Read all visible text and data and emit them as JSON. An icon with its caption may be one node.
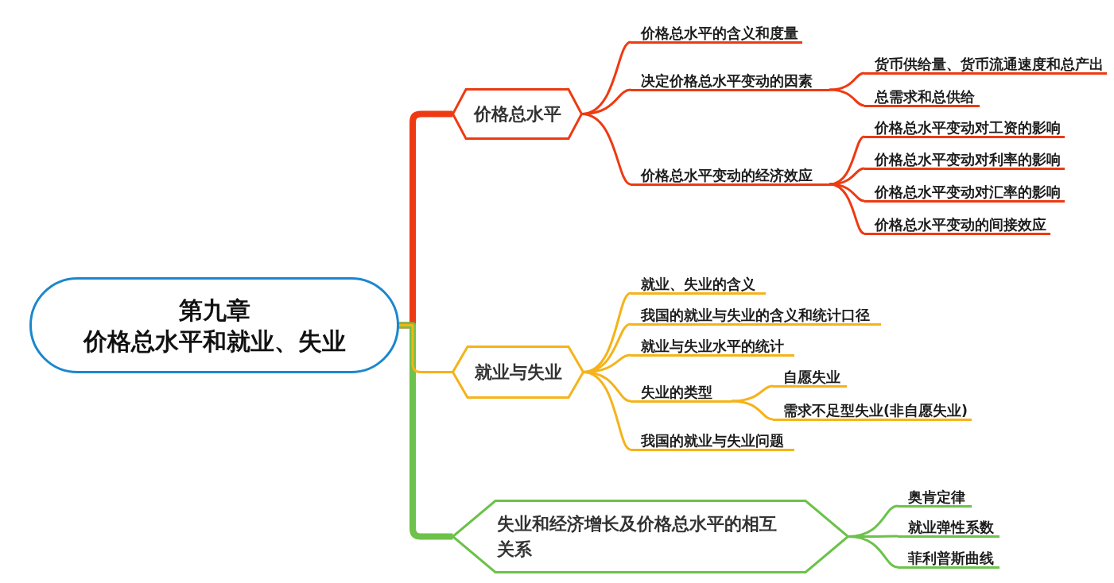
{
  "diagram": {
    "nodes": [
      {
        "text": [
          "第九章",
          "价格总水平和就业、失业"
        ]
      },
      {
        "text": [
          "价格总水平"
        ]
      },
      {
        "text": [
          "价格总水平的含义和度量"
        ]
      },
      {
        "text": [
          "决定价格总水平变动的因素"
        ]
      },
      {
        "text": [
          "货币供给量、货币流通速度和总产出"
        ]
      },
      {
        "text": [
          "总需求和总供给"
        ]
      },
      {
        "text": [
          "价格总水平变动的经济效应"
        ]
      },
      {
        "text": [
          "价格总水平变动对工资的影响"
        ]
      },
      {
        "text": [
          "价格总水平变动对利率的影响"
        ]
      },
      {
        "text": [
          "价格总水平变动对汇率的影响"
        ]
      },
      {
        "text": [
          "价格总水平变动的间接效应"
        ]
      },
      {
        "text": [
          "就业与失业"
        ]
      },
      {
        "text": [
          "就业、失业的含义"
        ]
      },
      {
        "text": [
          "我国的就业与失业的含义和统计口径"
        ]
      },
      {
        "text": [
          "就业与失业水平的统计"
        ]
      },
      {
        "text": [
          "失业的类型"
        ]
      },
      {
        "text": [
          "自愿失业"
        ]
      },
      {
        "text": [
          "需求不足型失业(非自愿失业)"
        ]
      },
      {
        "text": [
          "我国的就业与失业问题"
        ]
      },
      {
        "text": [
          "失业和经济增长及价格总水平的相互关系"
        ]
      },
      {
        "text": [
          "奥肯定律"
        ]
      },
      {
        "text": [
          "就业弹性系数"
        ]
      },
      {
        "text": [
          "菲利普斯曲线"
        ]
      }
    ],
    "edges": [
      {
        "from": 0,
        "to": 1,
        "arrow": "none",
        "style": "thick",
        "color": "#ee3a12"
      },
      {
        "from": 0,
        "to": 11,
        "arrow": "none",
        "color": "#f5b31a"
      },
      {
        "from": 0,
        "to": 19,
        "arrow": "none",
        "style": "thick",
        "color": "#6cc24a"
      },
      {
        "from": 1,
        "to": 2,
        "arrow": "none",
        "color": "#ee3a12"
      },
      {
        "from": 1,
        "to": 3,
        "arrow": "none",
        "color": "#ee3a12"
      },
      {
        "from": 1,
        "to": 6,
        "arrow": "none",
        "color": "#ee3a12"
      },
      {
        "from": 3,
        "to": 4,
        "arrow": "none",
        "color": "#ee3a12"
      },
      {
        "from": 3,
        "to": 5,
        "arrow": "none",
        "color": "#ee3a12"
      },
      {
        "from": 6,
        "to": 7,
        "arrow": "none",
        "color": "#ee3a12"
      },
      {
        "from": 6,
        "to": 8,
        "arrow": "none",
        "color": "#ee3a12"
      },
      {
        "from": 6,
        "to": 9,
        "arrow": "none",
        "color": "#ee3a12"
      },
      {
        "from": 6,
        "to": 10,
        "arrow": "none",
        "color": "#ee3a12"
      },
      {
        "from": 11,
        "to": 12,
        "arrow": "none",
        "color": "#f5b31a"
      },
      {
        "from": 11,
        "to": 13,
        "arrow": "none",
        "color": "#f5b31a"
      },
      {
        "from": 11,
        "to": 14,
        "arrow": "none",
        "color": "#f5b31a"
      },
      {
        "from": 11,
        "to": 15,
        "arrow": "none",
        "color": "#f5b31a"
      },
      {
        "from": 11,
        "to": 18,
        "arrow": "none",
        "color": "#f5b31a"
      },
      {
        "from": 15,
        "to": 16,
        "arrow": "none",
        "color": "#f5b31a"
      },
      {
        "from": 15,
        "to": 17,
        "arrow": "none",
        "color": "#f5b31a"
      },
      {
        "from": 19,
        "to": 20,
        "arrow": "none",
        "color": "#6cc24a"
      },
      {
        "from": 19,
        "to": 21,
        "arrow": "none",
        "color": "#6cc24a"
      },
      {
        "from": 19,
        "to": 22,
        "arrow": "none",
        "color": "#6cc24a"
      }
    ]
  }
}
